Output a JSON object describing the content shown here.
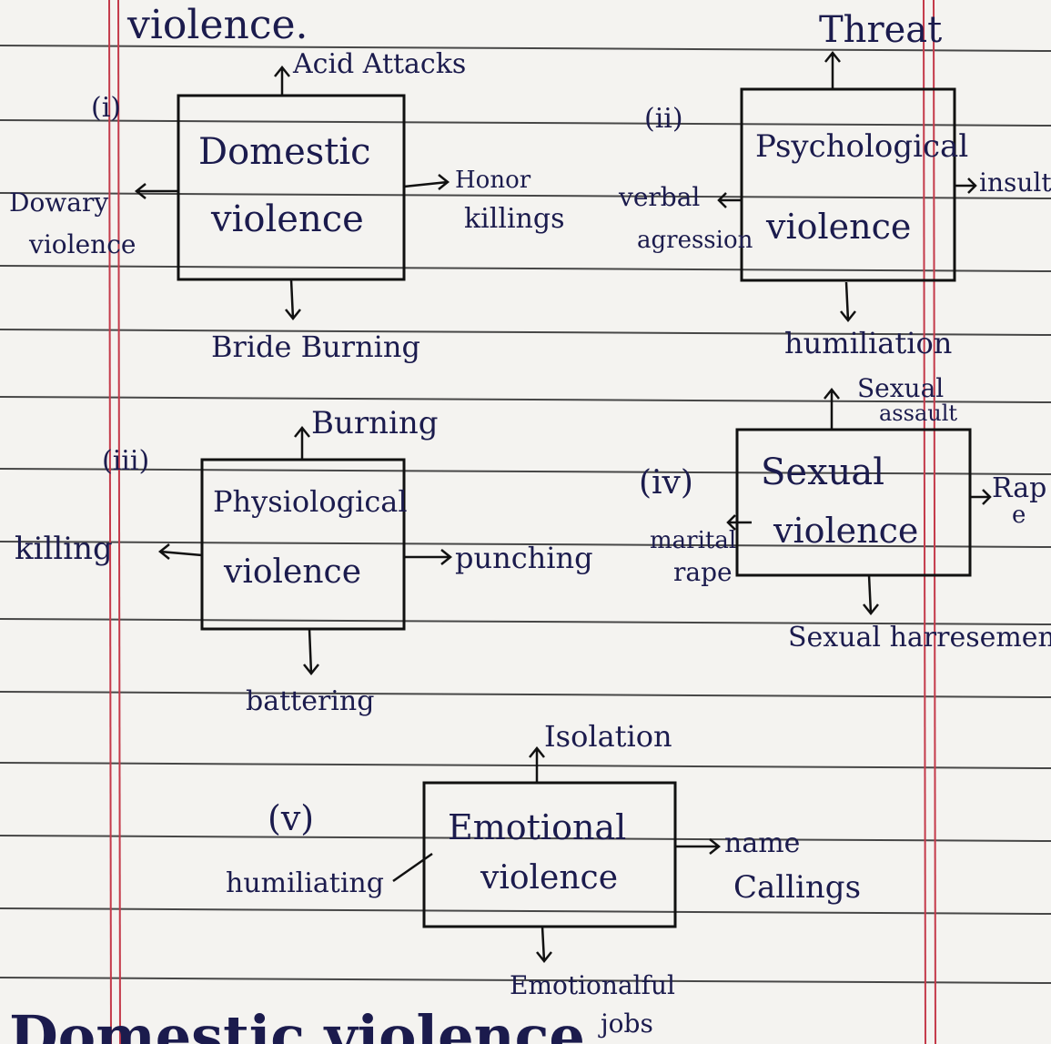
{
  "page": {
    "heading": "violence.",
    "bottom_text": "Domestic violence",
    "colors": {
      "paper": "#f4f3f0",
      "ink": "#1b1b4d",
      "rule": "#2a2a2a",
      "margin": "#c43a4a"
    }
  },
  "diagram": {
    "domestic": {
      "number": "(i)",
      "title_line1": "Domestic",
      "title_line2": "violence",
      "up": "Acid Attacks",
      "right_line1": "Honor",
      "right_line2": "killings",
      "left_line1": "Dowary",
      "left_line2": "violence",
      "down": "Bride Burning"
    },
    "psychological": {
      "number": "(ii)",
      "title_line1": "Psychological",
      "title_line2": "violence",
      "up": "Threat",
      "right": "insult",
      "left_line1": "verbal",
      "left_line2": "agression",
      "down": "humiliation"
    },
    "physiological": {
      "number": "(iii)",
      "title_line1": "Physiological",
      "title_line2": "violence",
      "up": "Burning",
      "right": "punching",
      "left": "killing",
      "down": "battering"
    },
    "sexual": {
      "number": "(iv)",
      "title_line1": "Sexual",
      "title_line2": "violence",
      "up_line1": "Sexual",
      "up_line2": "assault",
      "right_line1": "Rap",
      "right_line2": "e",
      "left_line1": "marital",
      "left_line2": "rape",
      "down": "Sexual harresement"
    },
    "emotional": {
      "number": "(v)",
      "title_line1": "Emotional",
      "title_line2": "violence",
      "up": "Isolation",
      "right_line1": "name",
      "right_line2": "Callings",
      "left": "humiliating",
      "down_line1": "Emotionalful",
      "down_line2": "jobs"
    }
  }
}
